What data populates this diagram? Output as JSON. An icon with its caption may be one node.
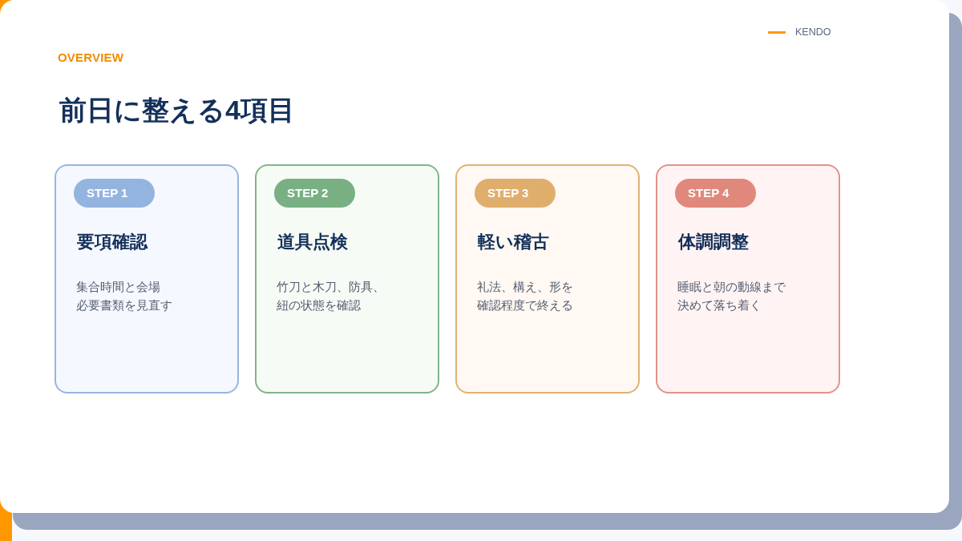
{
  "diagram": {
    "title": "前日に整える4項目",
    "nodes": [
      {
        "text": [
          "STEP 1",
          "要項確認",
          "集合時間と会場必要書類を見直す"
        ]
      },
      {
        "text": [
          "STEP 2",
          "道具点検",
          "竹刀と木刀、防具、紐の状態を確認"
        ]
      },
      {
        "text": [
          "STEP 3",
          "軽い稽古",
          "礼法、構え、形を確認程度で終える"
        ]
      },
      {
        "text": [
          "STEP 4",
          "体調調整",
          "睡眠と朝の動線まで決めて落ち着く"
        ]
      }
    ],
    "labels": [
      "OVERVIEW",
      "KENDO"
    ]
  }
}
